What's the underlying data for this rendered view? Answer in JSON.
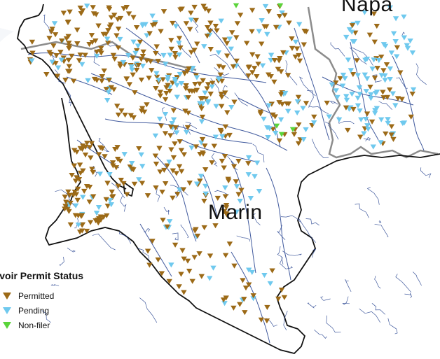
{
  "map": {
    "labels": {
      "napa": "Napa",
      "marin": "Marin"
    },
    "colors": {
      "land": "#ffffff",
      "river": "#1f3d8c",
      "county_border": "#8c8c8c",
      "coast": "#111111",
      "permitted": "#9c6a17",
      "pending": "#6fc9ee",
      "non_filer": "#5ad43a"
    },
    "symbol_shape": "inverted-triangle"
  },
  "legend": {
    "title": "ervoir Permit Status",
    "items": [
      {
        "label": "Permitted",
        "color": "#9c6a17"
      },
      {
        "label": "Pending",
        "color": "#6fc9ee"
      },
      {
        "label": "Non-filer",
        "color": "#5ad43a"
      }
    ]
  }
}
